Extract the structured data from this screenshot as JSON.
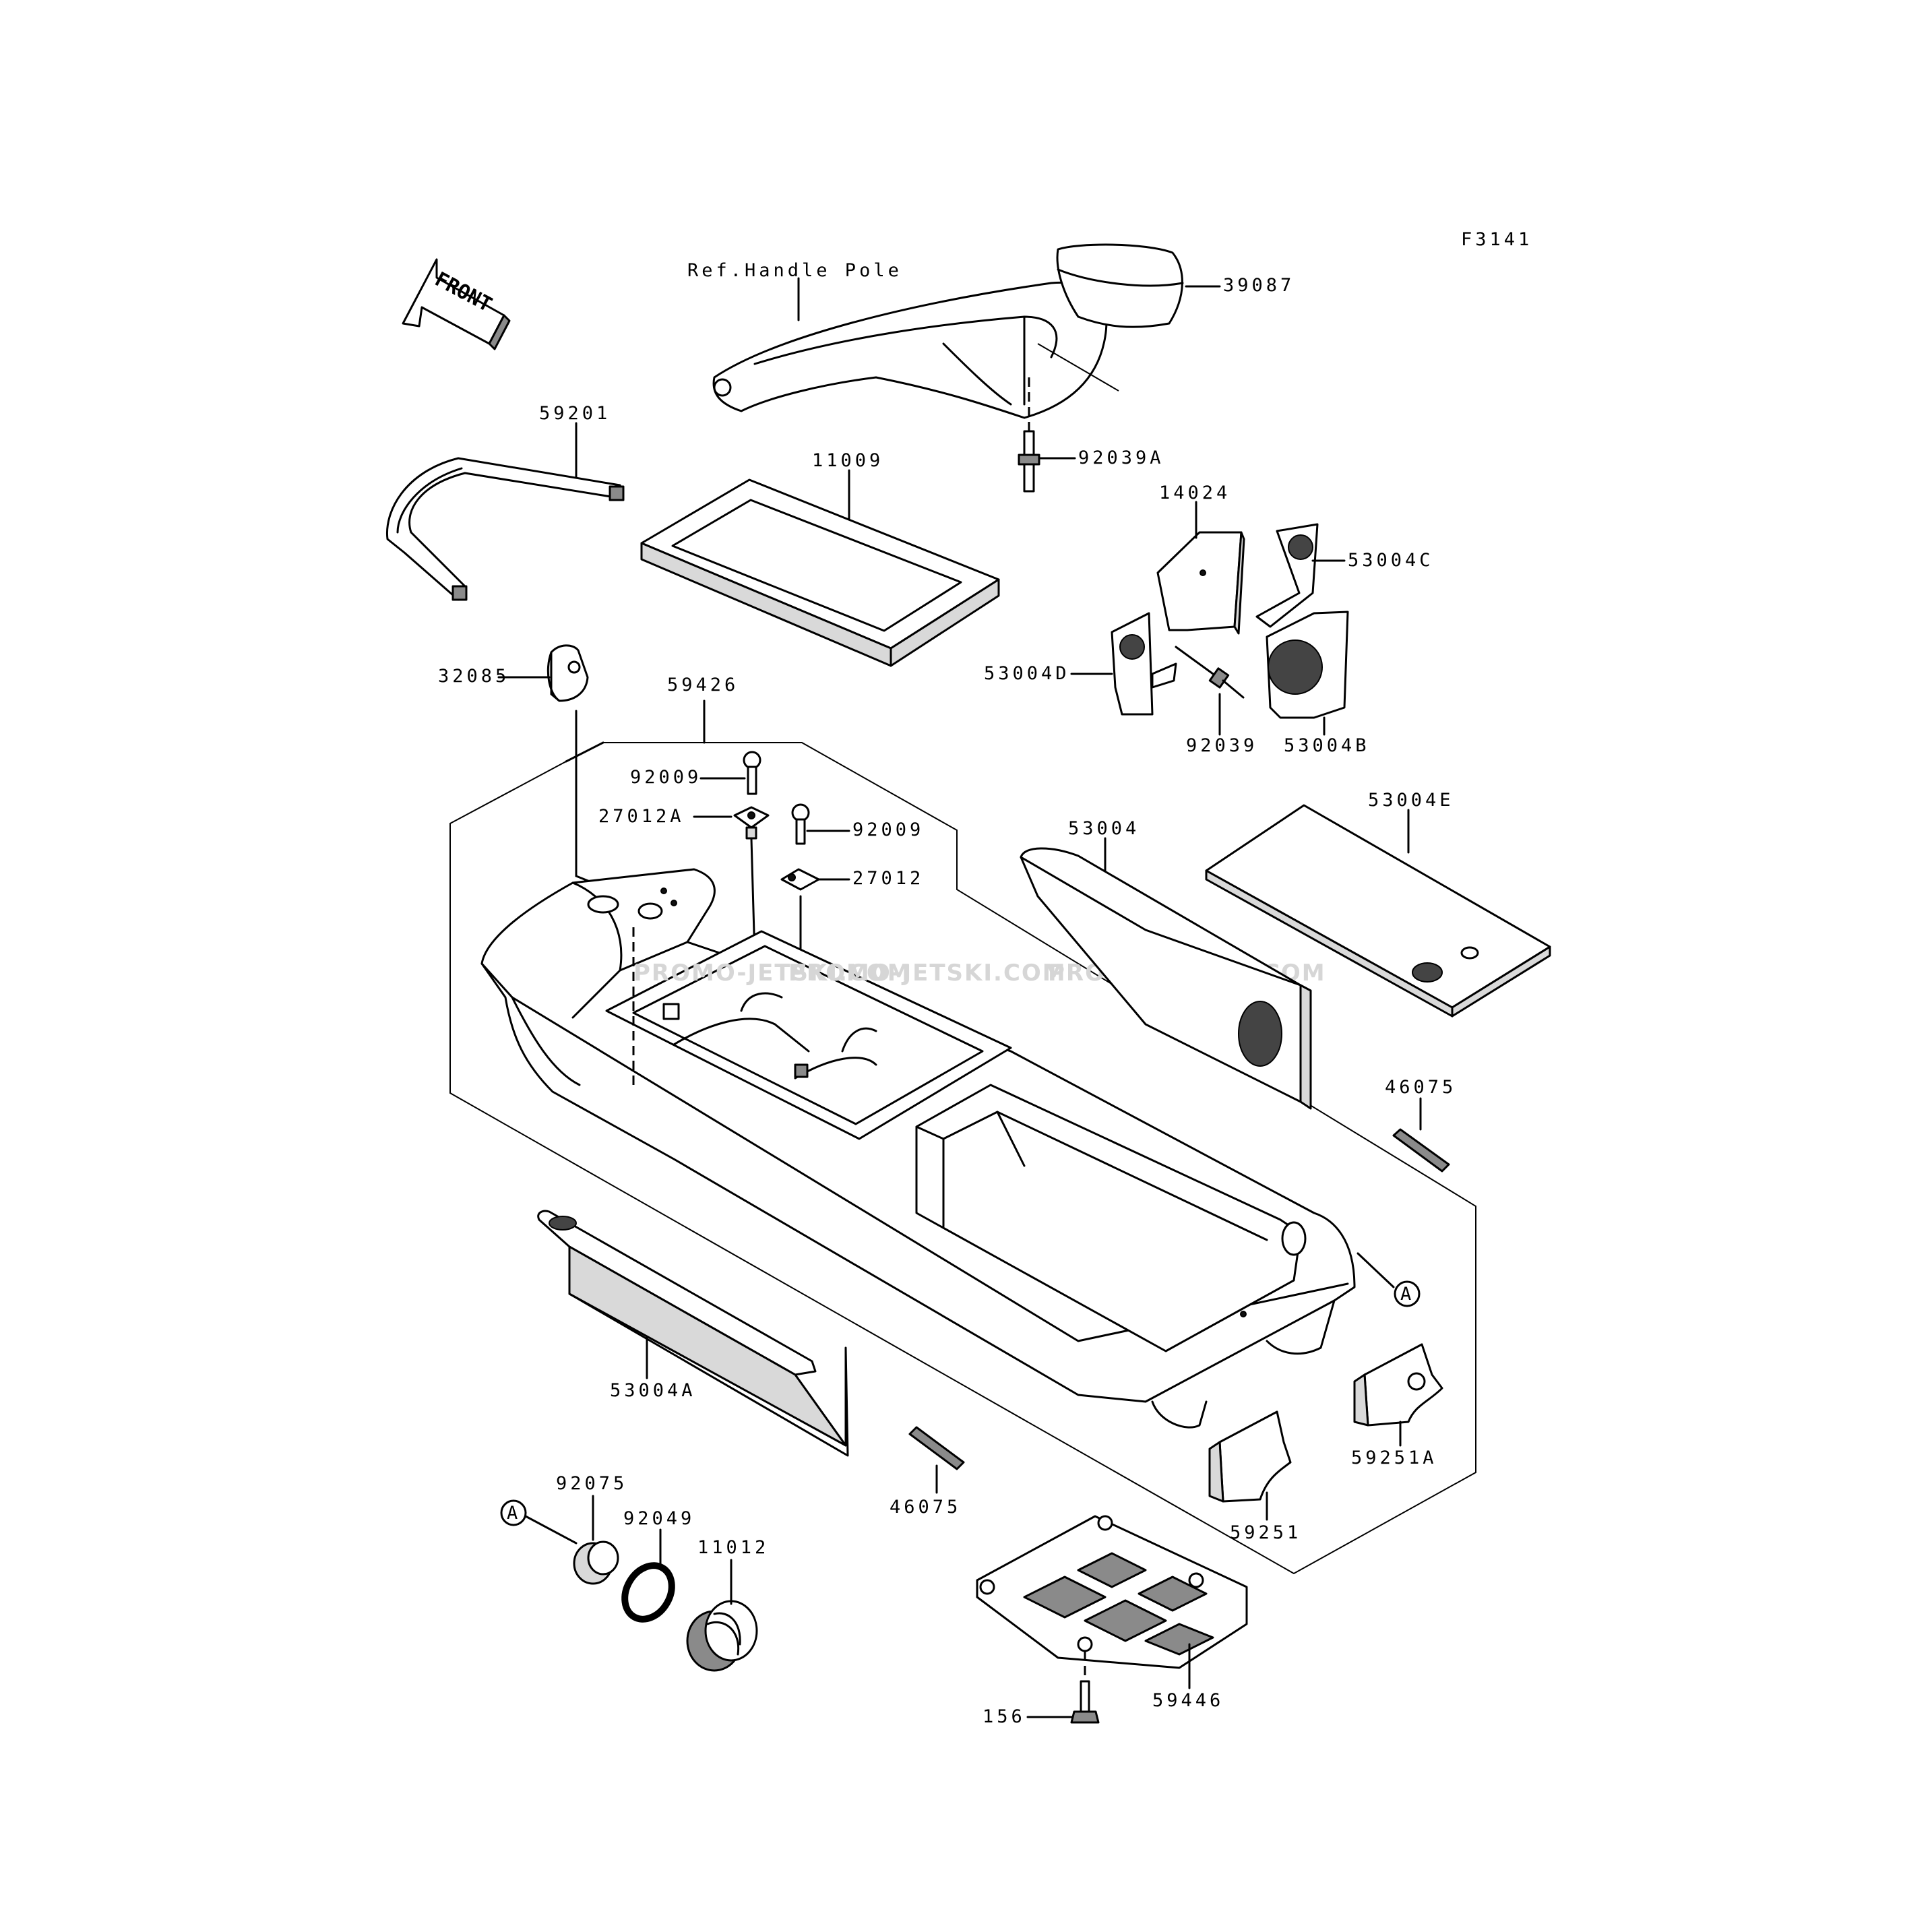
{
  "figure_code": "F3141",
  "front_label": "FRONT",
  "reference_label": "Ref.Handle Pole",
  "watermark": "PROMO-JETSKI.COM",
  "circle_reference": "A",
  "part_numbers": {
    "p39087": "39087",
    "p92039A": "92039A",
    "p59201": "59201",
    "p11009": "11009",
    "p14024": "14024",
    "p53004C": "53004C",
    "p53004D": "53004D",
    "p92039": "92039",
    "p53004B": "53004B",
    "p32085": "32085",
    "p59426": "59426",
    "p92009a": "92009",
    "p27012A": "27012A",
    "p92009b": "92009",
    "p27012": "27012",
    "p53004": "53004",
    "p53004E": "53004E",
    "p46075a": "46075",
    "p53004A": "53004A",
    "p59251A": "59251A",
    "p46075b": "46075",
    "p92075": "92075",
    "p92049": "92049",
    "p11012": "11012",
    "p59251": "59251",
    "p156": "156",
    "p59446": "59446"
  },
  "colors": {
    "line": "#000000",
    "background": "#ffffff",
    "watermark": "#d6d6d6"
  }
}
